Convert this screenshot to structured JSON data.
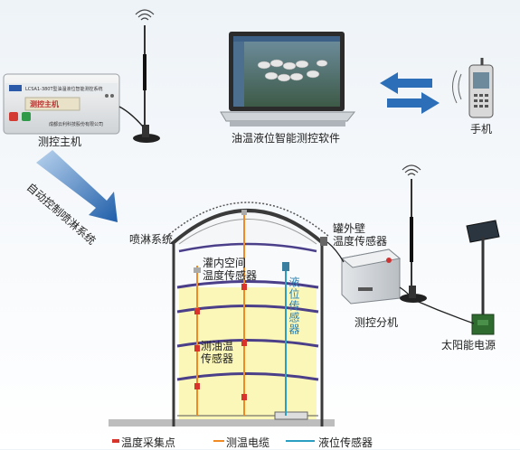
{
  "labels": {
    "host": "测控主机",
    "software": "油温液位智能测控软件",
    "phone": "手机",
    "auto_spray": "自动控制喷淋系统",
    "spray": "喷淋系统",
    "outer_wall_1": "罐外壁",
    "outer_wall_2": "温度传感器",
    "inner_space_1": "灌内空间",
    "inner_space_2": "温度传感器",
    "level_sensor": "液位传感器",
    "oil_temp_1": "测油温",
    "oil_temp_2": "传感器",
    "branch_unit": "测控分机",
    "solar": "太阳能电源"
  },
  "device": {
    "host_panel_title": "测控主机",
    "host_header": "LCSA1-380T型油温液位智能测控系统",
    "host_company": "成都云利科技股份有限公司"
  },
  "legend": [
    {
      "label": "温度采集点",
      "color": "#d9342b"
    },
    {
      "label": "测温电缆",
      "color": "#f08a24"
    },
    {
      "label": "液位传感器",
      "color": "#2a9fc2"
    }
  ],
  "colors": {
    "arrow_blue": "#2c6fb8",
    "oil_fill": "#fbf7b8",
    "tank_outline": "#3a3a3a",
    "ring_purple": "#4b3f8a"
  }
}
